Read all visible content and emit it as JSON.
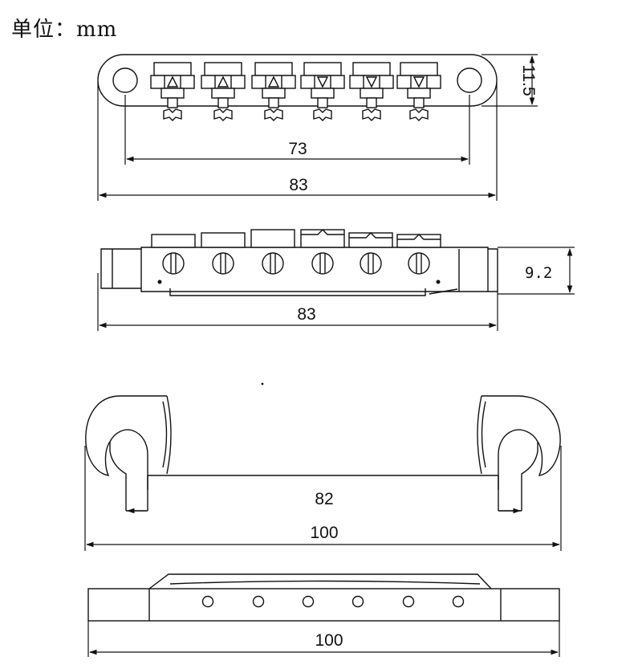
{
  "unit_label": "单位：mm",
  "dimensions": {
    "bridge_post_spacing": "73",
    "bridge_top_length": "83",
    "bridge_height": "11.5",
    "bridge_front_height": "9.2",
    "bridge_front_length": "83",
    "tailpiece_stud_spacing": "82",
    "tailpiece_top_length": "100",
    "tailpiece_front_length": "100"
  }
}
